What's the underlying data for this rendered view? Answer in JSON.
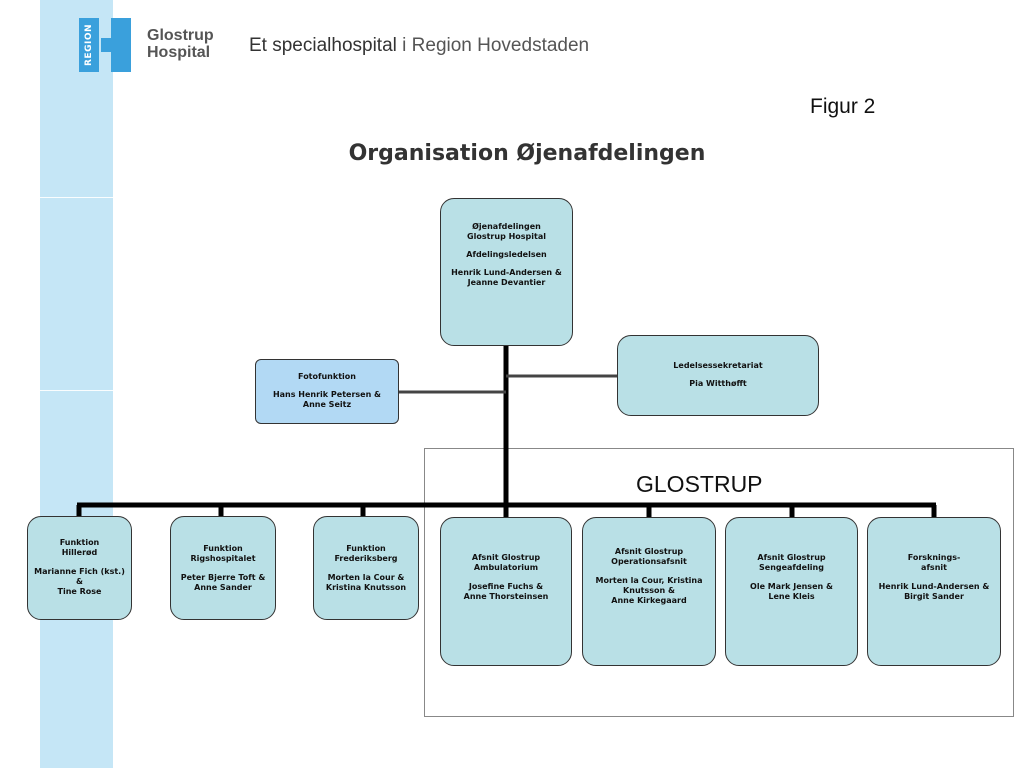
{
  "header": {
    "region_label": "REGION",
    "brand_line1": "Glostrup",
    "brand_line2": "Hospital",
    "tagline_strong": "Et specialhospital",
    "tagline_rest": " i Region Hovedstaden"
  },
  "figure_label": "Figur 2",
  "title": "Organisation Øjenafdelingen",
  "region_title": "GLOSTRUP",
  "nodes": {
    "top": {
      "l1": "Øjenafdelingen",
      "l2": "Glostrup Hospital",
      "l3": "Afdelingsledelsen",
      "l4": "Henrik Lund-Andersen &",
      "l5": "Jeanne Devantier"
    },
    "foto": {
      "l1": "Fotofunktion",
      "l2": "Hans Henrik Petersen &",
      "l3": "Anne Seitz"
    },
    "sekretariat": {
      "l1": "Ledelsessekretariat",
      "l2": "Pia Witthøfft"
    },
    "hillerod": {
      "l1": "Funktion",
      "l2": "Hillerød",
      "l3": "Marianne Fich (kst.)",
      "l4": "&",
      "l5": "Tine Rose"
    },
    "rigshospitalet": {
      "l1": "Funktion",
      "l2": "Rigshospitalet",
      "l3": "Peter Bjerre Toft &",
      "l4": "Anne Sander"
    },
    "frederiksberg": {
      "l1": "Funktion",
      "l2": "Frederiksberg",
      "l3": "Morten la Cour &",
      "l4": "Kristina Knutsson"
    },
    "ambulatorium": {
      "l1": "Afsnit Glostrup",
      "l2": "Ambulatorium",
      "l3": "Josefine Fuchs &",
      "l4": "Anne Thorsteinsen"
    },
    "operation": {
      "l1": "Afsnit Glostrup",
      "l2": "Operationsafsnit",
      "l3": "Morten la Cour, Kristina",
      "l4": "Knutsson &",
      "l5": "Anne Kirkegaard"
    },
    "sengeafdeling": {
      "l1": "Afsnit Glostrup",
      "l2": "Sengeafdeling",
      "l3": "Ole Mark Jensen &",
      "l4": "Lene Kleis"
    },
    "forskning": {
      "l1": "Forsknings-",
      "l2": "afsnit",
      "l3": "Henrik Lund-Andersen &",
      "l4": "Birgit Sander"
    }
  },
  "colors": {
    "band": "#c5e6f6",
    "box_teal": "#b9e0e6",
    "box_blue": "#b2d9f4",
    "connector": "#000000",
    "side_connector": "#444444",
    "logo_blue": "#3aa0dc"
  }
}
